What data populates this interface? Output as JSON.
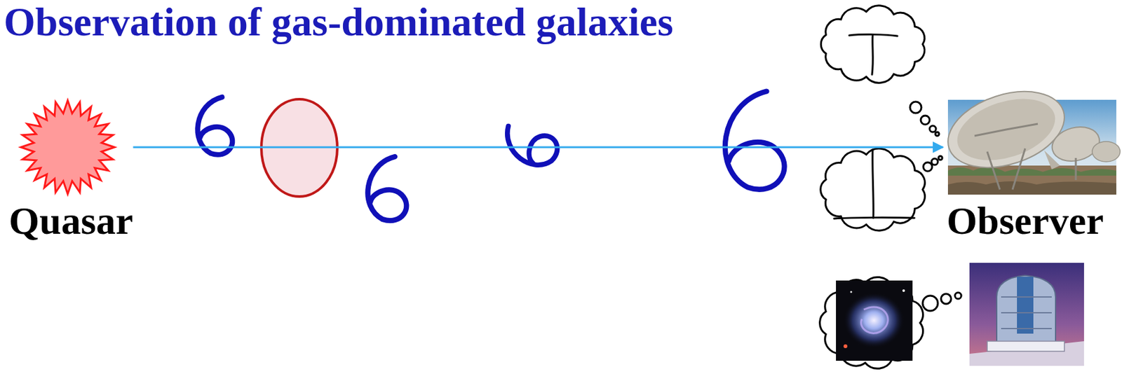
{
  "diagram": {
    "title": "Observation of gas-dominated galaxies",
    "nodes": [
      {
        "text": [
          "Quasar"
        ]
      },
      {
        "text": [
          "Observer"
        ]
      }
    ],
    "edges": [
      {
        "from": 0,
        "to": 1,
        "arrow": "to"
      }
    ]
  }
}
